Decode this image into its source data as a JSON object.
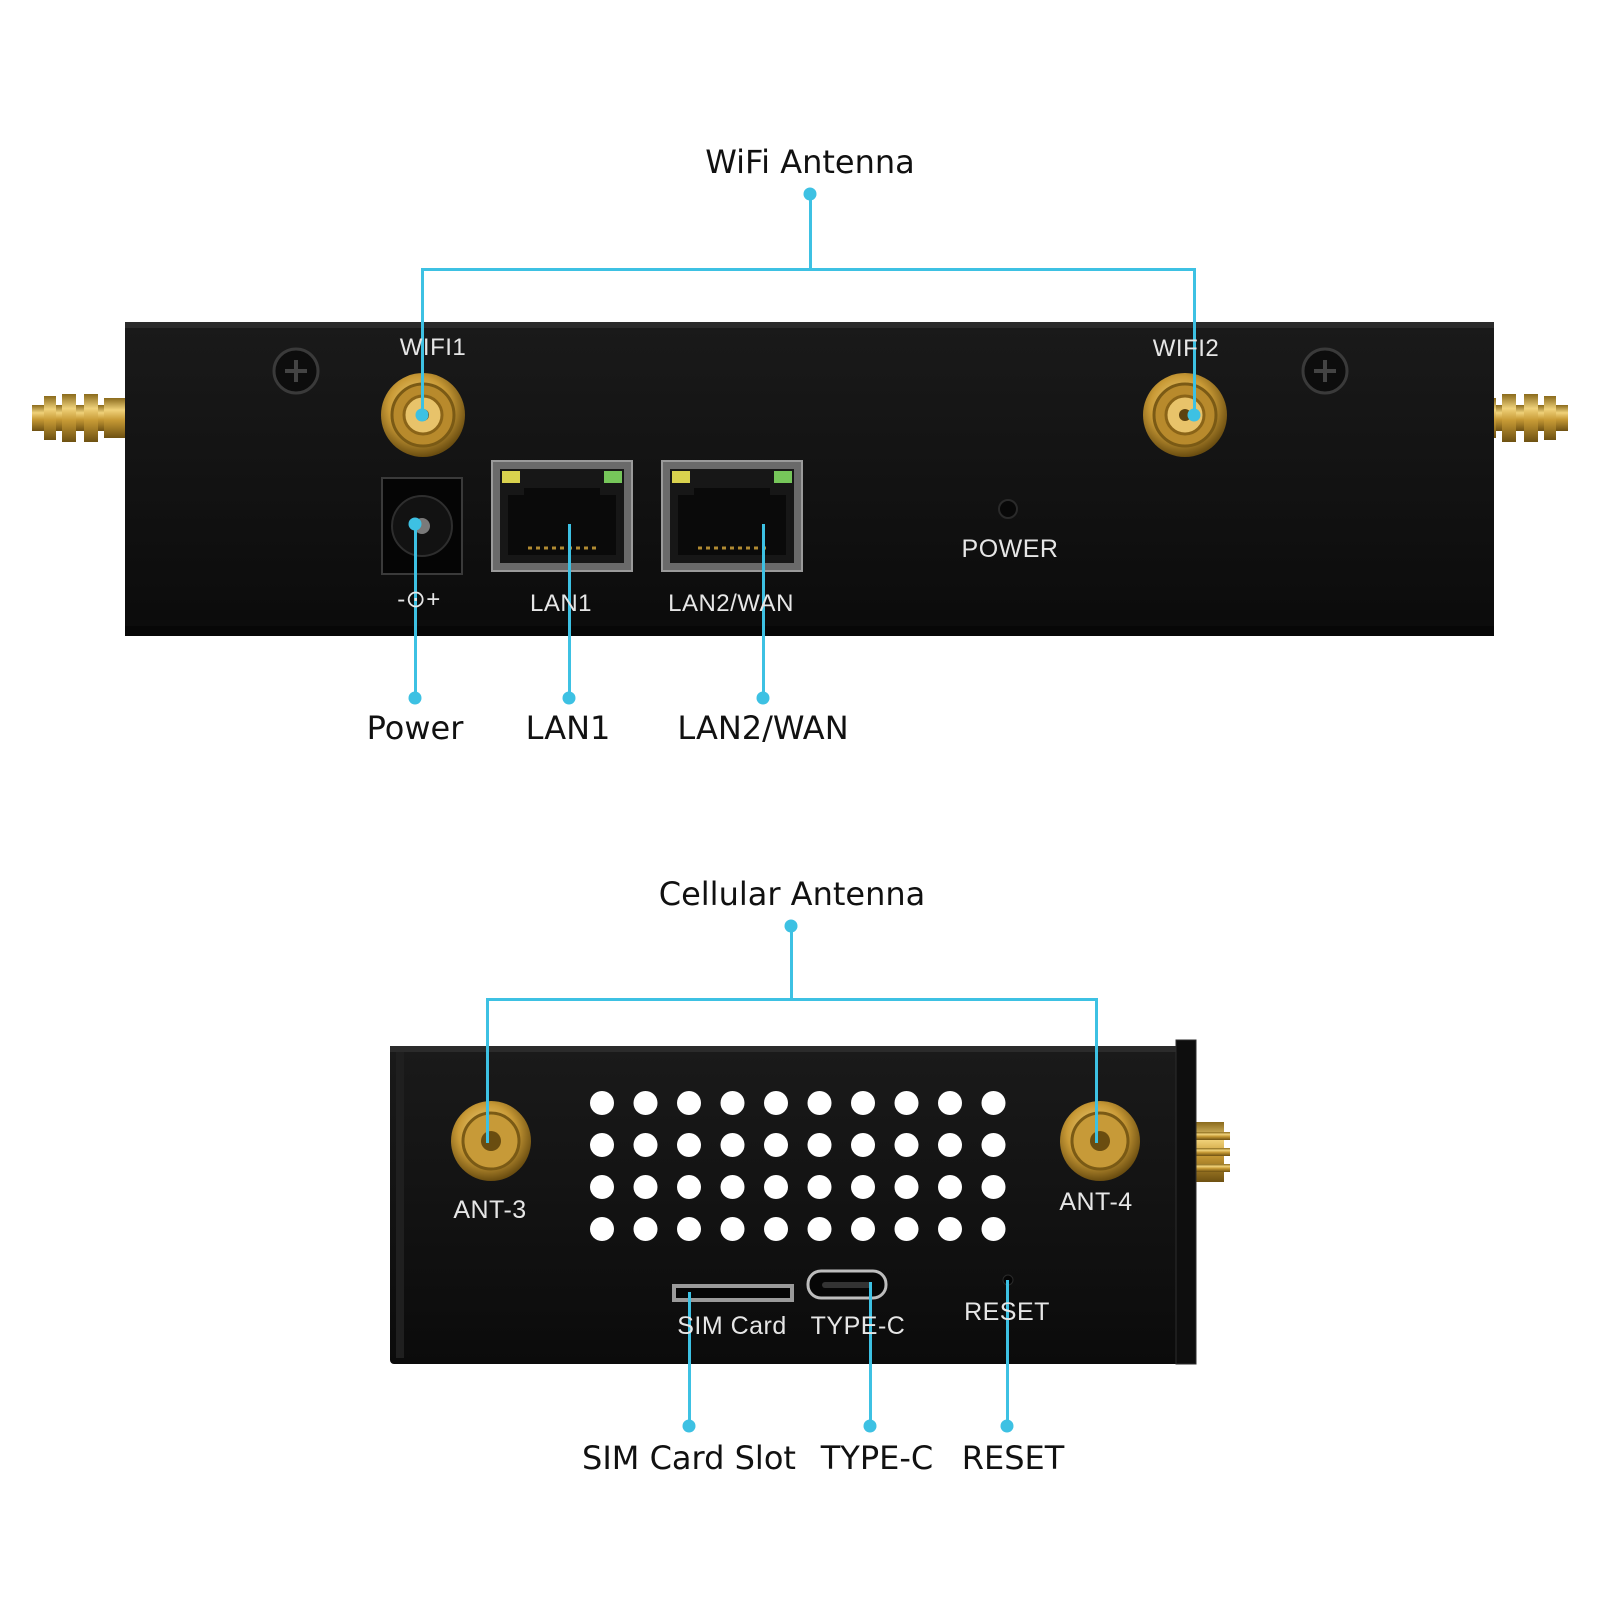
{
  "accent_color": "#3dc1e3",
  "callouts": {
    "wifi_antenna": "WiFi Antenna",
    "power": "Power",
    "lan1": "LAN1",
    "lan2_wan": "LAN2/WAN",
    "cellular_antenna": "Cellular  Antenna",
    "sim_card_slot": "SIM Card Slot",
    "type_c": "TYPE-C",
    "reset": "RESET"
  },
  "front_panel": {
    "wifi1": "WIFI1",
    "wifi2": "WIFI2",
    "power_symbol": "-⊙+",
    "lan1": "LAN1",
    "lan2_wan": "LAN2/WAN",
    "power_led": "POWER"
  },
  "rear_panel": {
    "ant3": "ANT-3",
    "ant4": "ANT-4",
    "sim_card": "SIM Card",
    "type_c": "TYPE-C",
    "reset": "RESET"
  }
}
